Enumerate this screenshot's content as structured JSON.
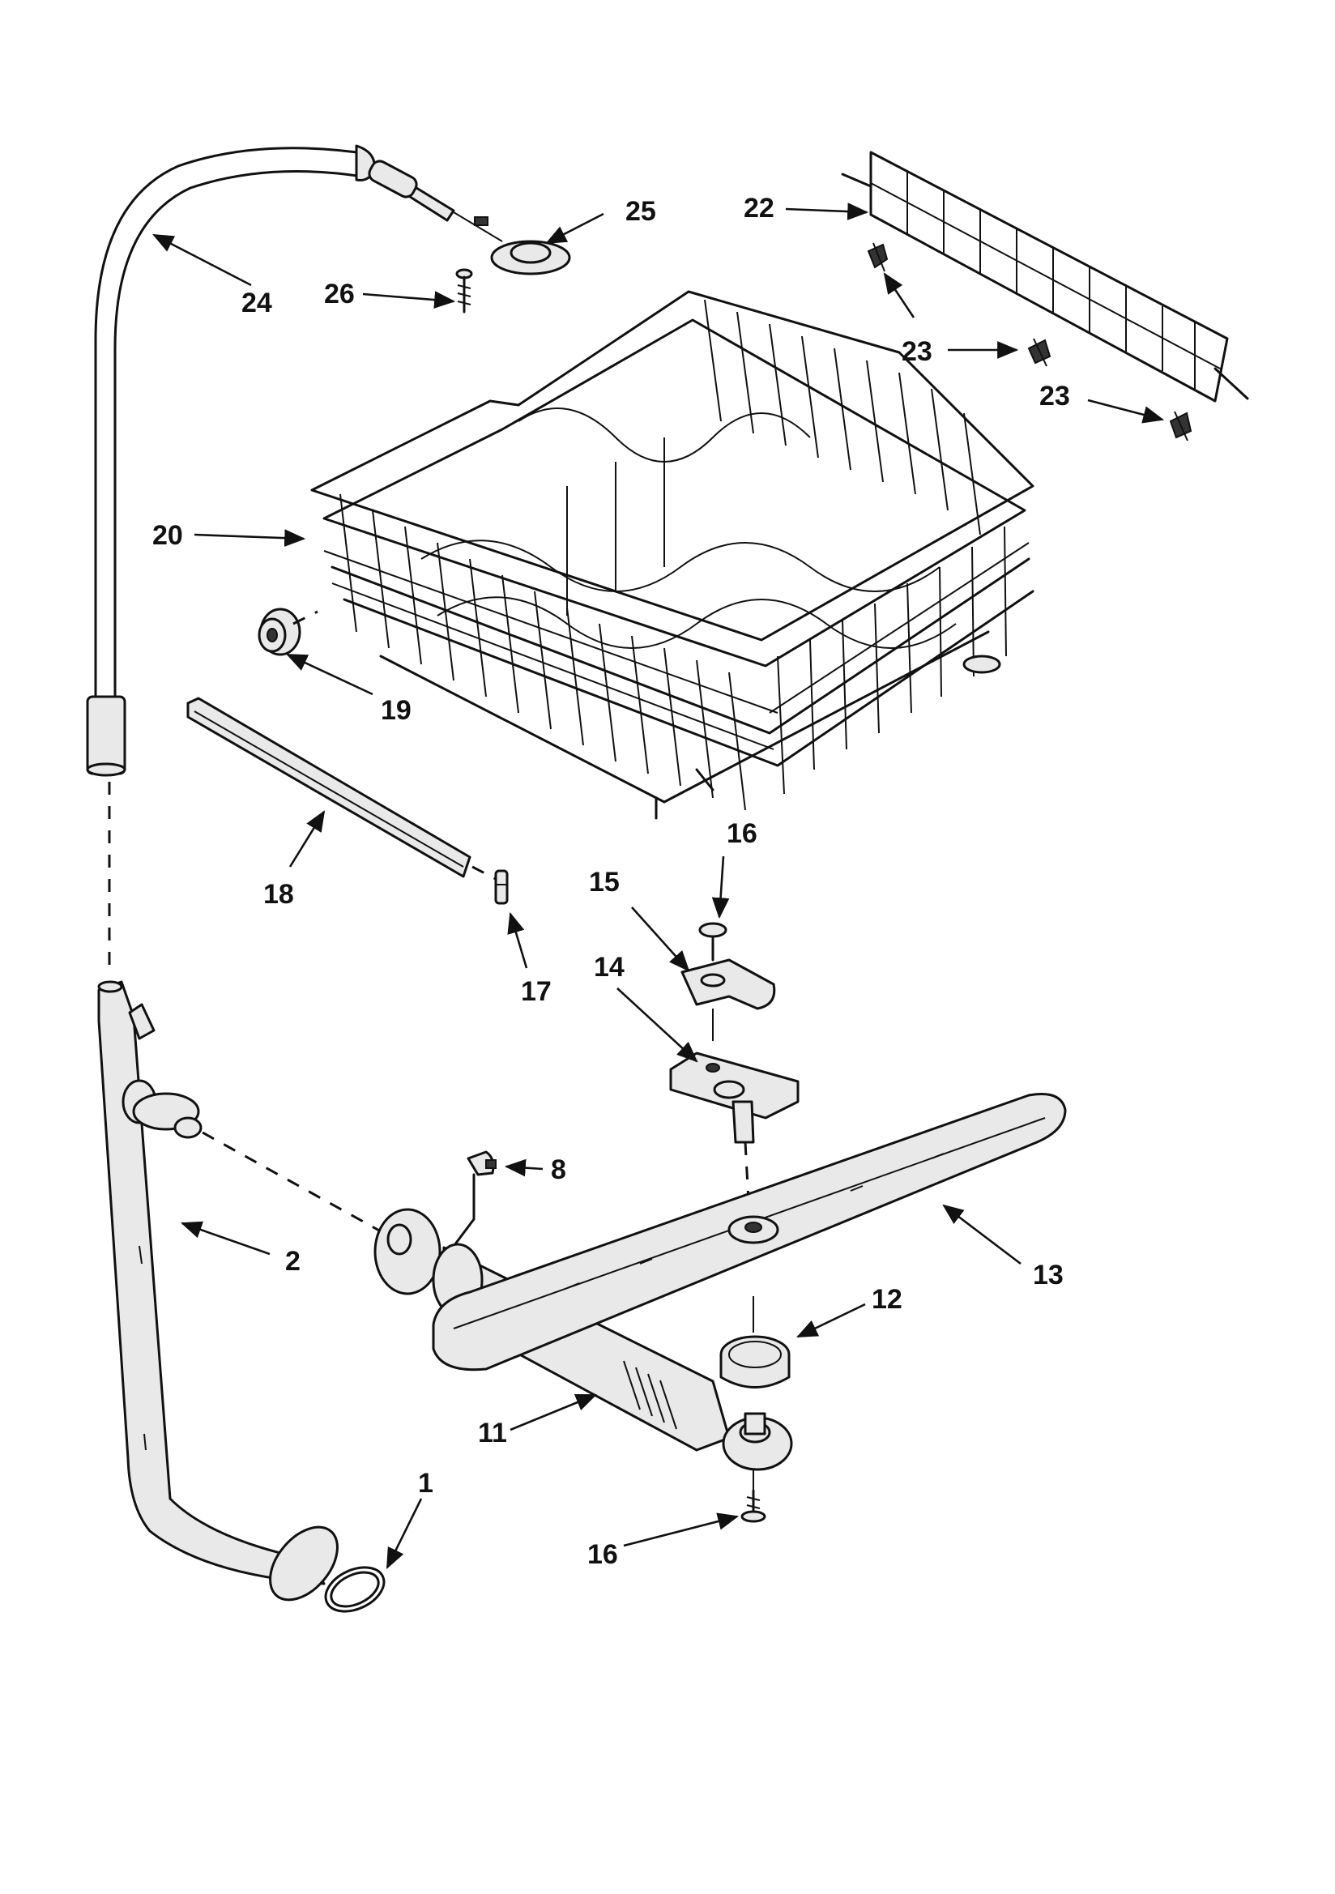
{
  "callouts": {
    "c1": "1",
    "c2": "2",
    "c8": "8",
    "c11": "11",
    "c12": "12",
    "c13": "13",
    "c14": "14",
    "c15": "15",
    "c16_top": "16",
    "c16_bottom": "16",
    "c17": "17",
    "c18": "18",
    "c19": "19",
    "c20": "20",
    "c22": "22",
    "c23_a": "23",
    "c23_b": "23",
    "c24": "24",
    "c25": "25",
    "c26": "26"
  }
}
